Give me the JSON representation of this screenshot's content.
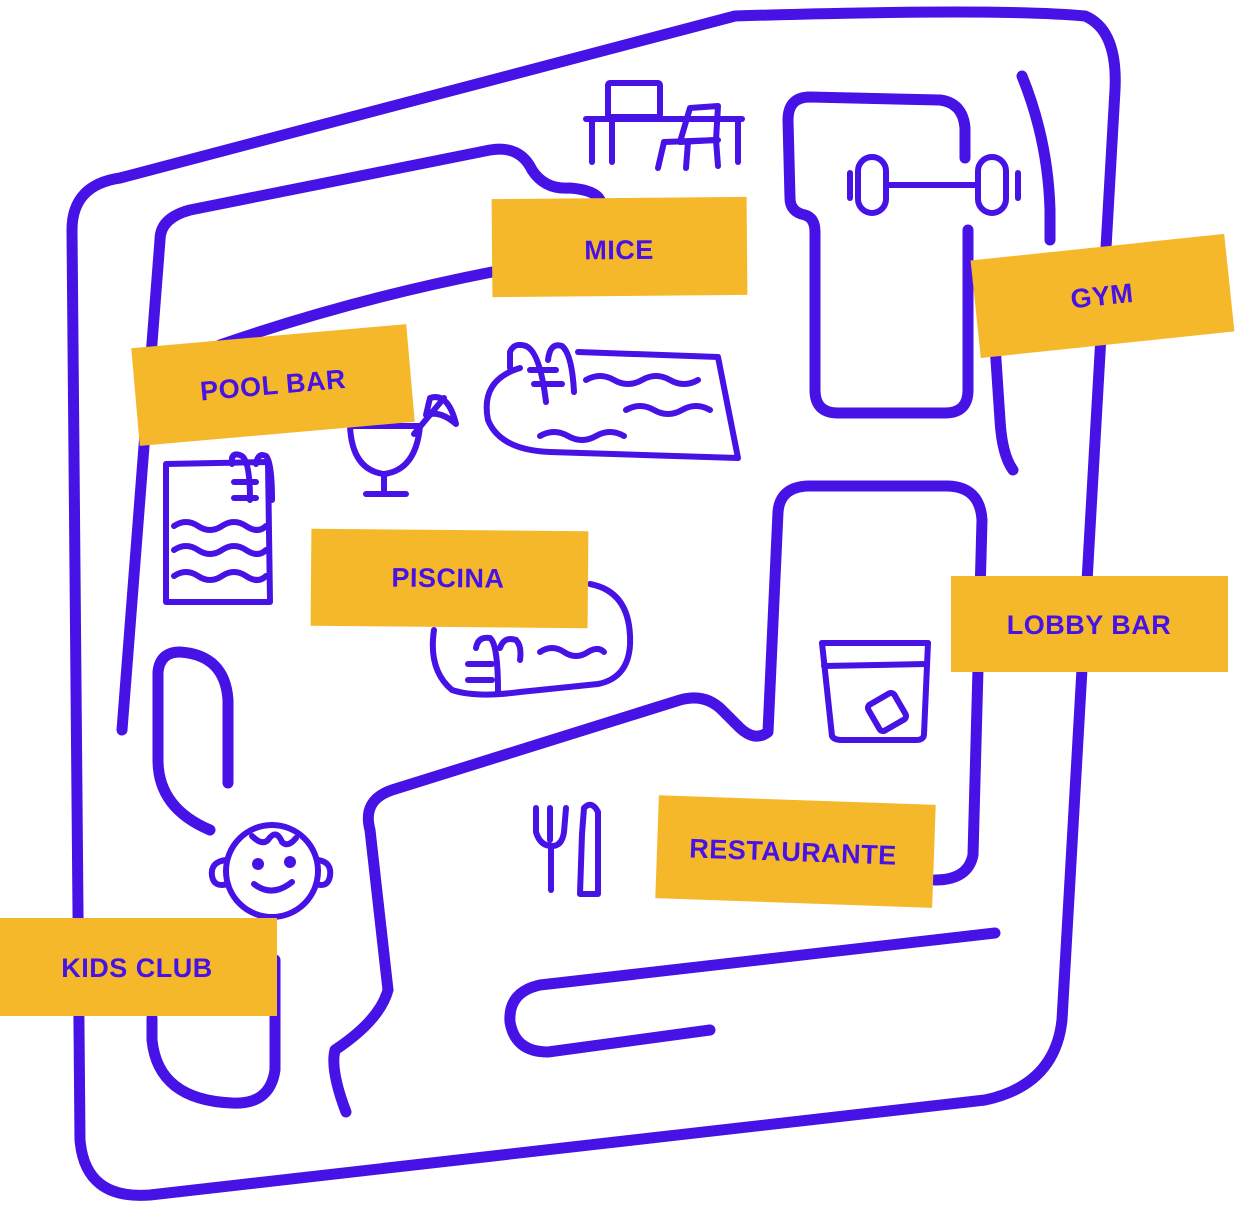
{
  "colors": {
    "line": "#4712e6",
    "label_bg": "#f5b82a",
    "label_text": "#4712e6",
    "background": "#ffffff"
  },
  "labels": {
    "mice": "MICE",
    "gym": "GYM",
    "pool_bar": "POOL BAR",
    "piscina": "PISCINA",
    "lobby_bar": "LOBBY BAR",
    "restaurante": "RESTAURANTE",
    "kids_club": "KIDS CLUB"
  },
  "icons": {
    "mice": "desk-and-chair-icon",
    "gym": "barbell-icon",
    "pool_bar": "cocktail-glass-icon",
    "pool_main": "pool-with-ladder-icon",
    "pool_side": "rectangular-pool-icon",
    "piscina": "round-pool-icon",
    "lobby_bar": "whisky-glass-icon",
    "restaurante": "fork-and-knife-icon",
    "kids_club": "child-face-icon"
  }
}
